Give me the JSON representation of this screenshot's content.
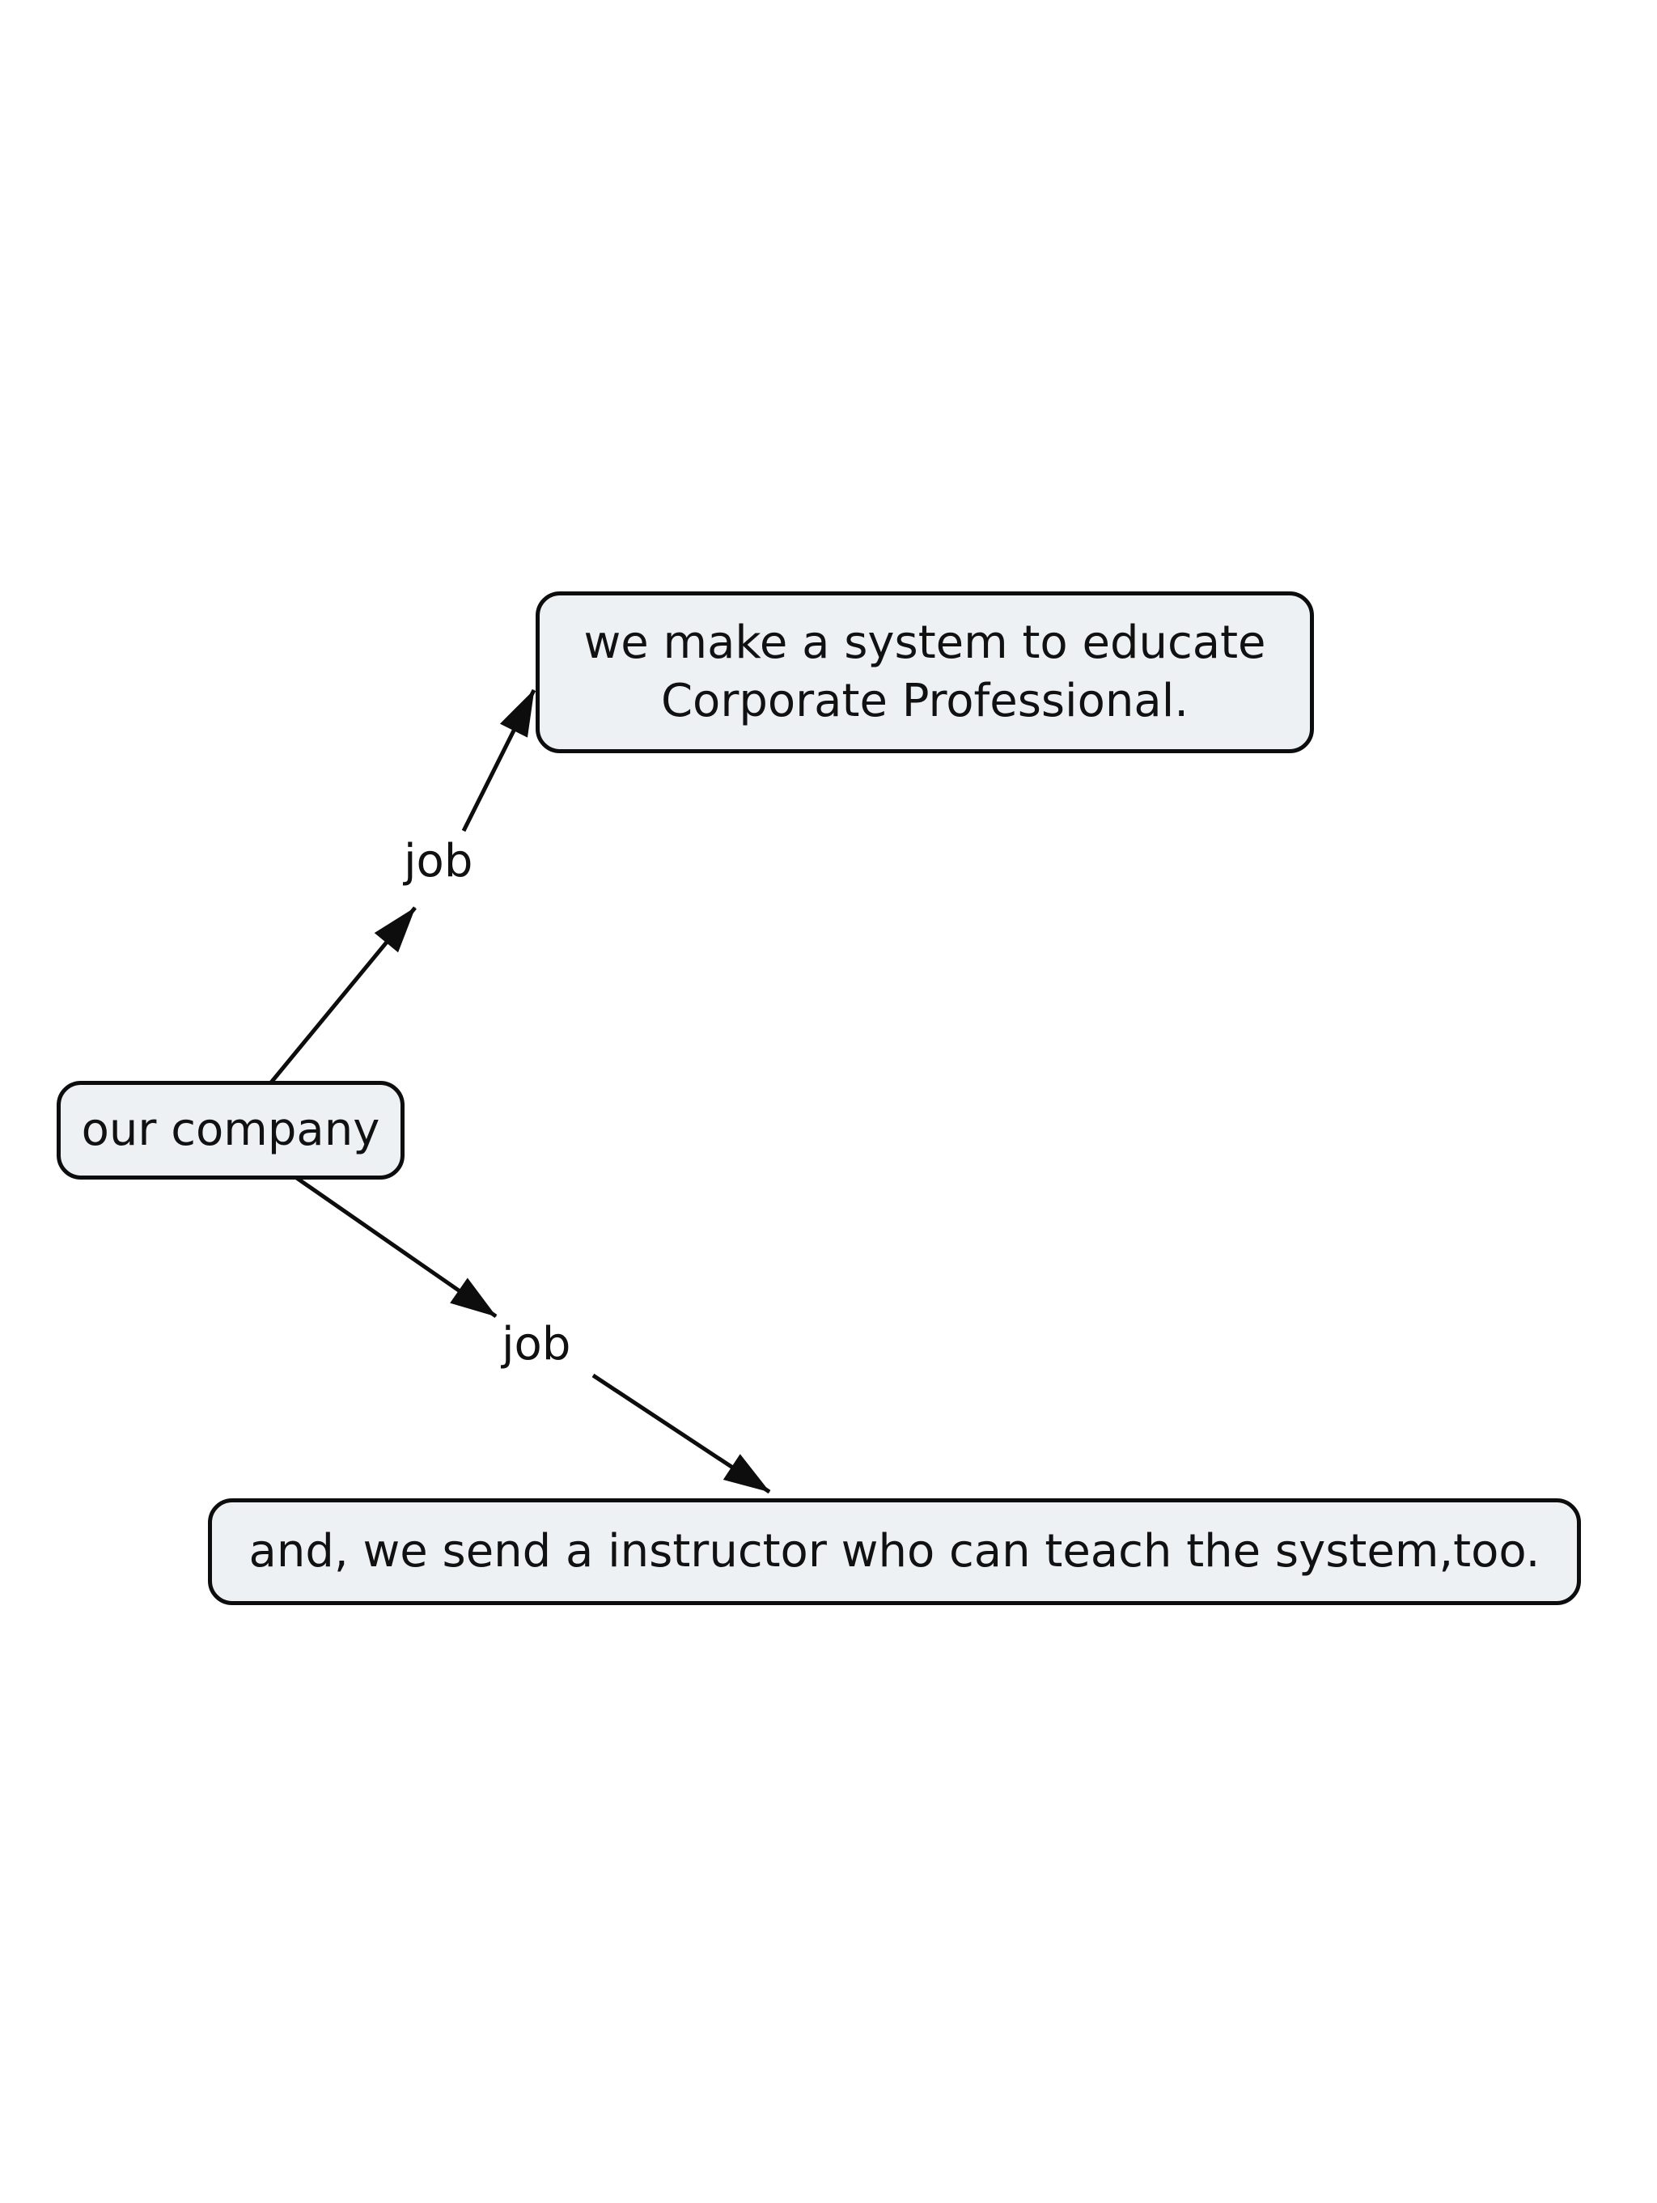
{
  "diagram": {
    "background": "#ffffff",
    "nodes": {
      "company": {
        "label": "our company"
      },
      "system": {
        "lines": [
          "we make a system to educate",
          "Corporate Professional."
        ]
      },
      "instructor": {
        "label": "and, we send a instructor who can teach the system,too."
      }
    },
    "edges": [
      {
        "from": "our company",
        "to": "we make a system to educate Corporate Professional.",
        "label": "job"
      },
      {
        "from": "our company",
        "to": "and, we send a instructor who can teach the system,too.",
        "label": "job"
      }
    ],
    "colors": {
      "node_fill": "#edf1f3",
      "stroke": "#0d0d0d",
      "text": "#111111"
    }
  }
}
